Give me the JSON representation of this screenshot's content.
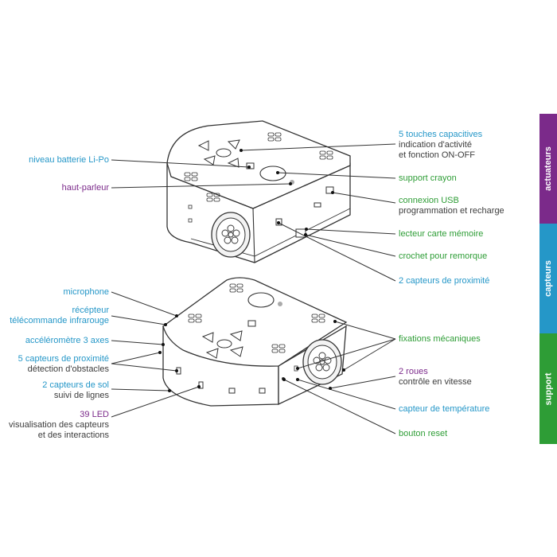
{
  "colors": {
    "actuator": "#7b2a8a",
    "sensor": "#2597c8",
    "support": "#2e9d36",
    "description": "#3c3c3c",
    "line": "#333333"
  },
  "tabs": {
    "actuateurs": "actuateurs",
    "capteurs": "capteurs",
    "support": "support"
  },
  "labels": {
    "niveau_batterie": "niveau batterie Li-Po",
    "haut_parleur": "haut-parleur",
    "microphone": "microphone",
    "recepteur_1": "récépteur",
    "recepteur_2": "télécommande infrarouge",
    "accelerometre": "accéléromètre 3 axes",
    "prox_avant_1": "5 capteurs de proximité",
    "prox_avant_2": "détection d'obstacles",
    "sol_1": "2 capteurs de sol",
    "sol_2": "suivi de lignes",
    "led_1": "39 LED",
    "led_2": "visualisation des capteurs",
    "led_3": "et des interactions",
    "touches_1": "5 touches capacitives",
    "touches_2": "indication d'activité",
    "touches_3": "et fonction ON-OFF",
    "crayon": "support crayon",
    "usb_1": "connexion USB",
    "usb_2": "programmation et recharge",
    "carte": "lecteur carte mémoire",
    "crochet": "crochet pour remorque",
    "prox_arriere": "2 capteurs de proximité",
    "fixations": "fixations mécaniques",
    "roues_1": "2 roues",
    "roues_2": "contrôle en vitesse",
    "temperature": "capteur de température",
    "reset": "bouton reset"
  }
}
